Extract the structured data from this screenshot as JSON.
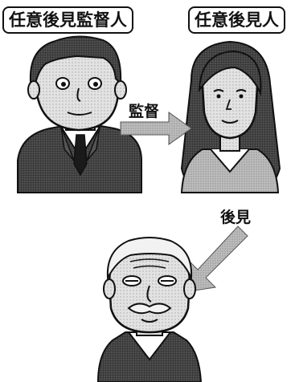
{
  "labels": {
    "supervisor": "任意後見監督人",
    "guardian": "任意後見人"
  },
  "relations": {
    "supervise": "監督",
    "guardianship": "後見"
  },
  "colors": {
    "arrow": "#8a8a8a",
    "ink": "#111111",
    "suit": "#3c3c3c",
    "skin": "#d9d9d9",
    "hair": "#2a2a2a"
  }
}
